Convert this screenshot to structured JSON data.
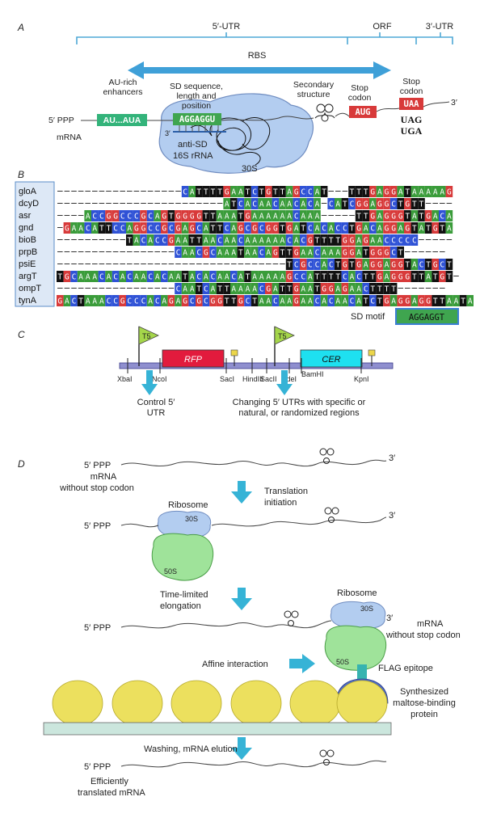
{
  "colors": {
    "A": "#3a9c3a",
    "C": "#2f52d6",
    "G": "#d83a3a",
    "T": "#111111",
    "blue_line": "#4fa8d6",
    "ribosome30S": "#b3cdf0",
    "ribosome50S": "#9fe39a",
    "bead": "#ece05e",
    "plate": "#cbe6dd",
    "arrow": "#36b3d6",
    "rfp": "#e21b3d",
    "cer": "#1ee0f0",
    "anti_sd": "#3fa54f"
  },
  "panelA": {
    "label": "A",
    "utr5": "5′-UTR",
    "orf": "ORF",
    "utr3": "3′-UTR",
    "rbs": "RBS",
    "au_rich": [
      "AU-rich",
      "enhancers"
    ],
    "au_box": "AU...AUA",
    "sd_label": [
      "SD sequence,",
      "length and",
      "position"
    ],
    "sd_box": "AGGAGGU",
    "five_ppp": "5′ PPP",
    "mrna": "mRNA",
    "three_prime": "3′",
    "anti_sd": "anti-SD",
    "rrna": "16S rRNA",
    "s30": "30S",
    "secondary": [
      "Secondary",
      "structure"
    ],
    "start_codon_label": [
      "Stop",
      "codon"
    ],
    "start_box": "AUG",
    "stop_codon_label": [
      "Stop",
      "codon"
    ],
    "stop_box": "UAA",
    "stop_alts": [
      "UAG",
      "UGA"
    ],
    "three_end": "3′"
  },
  "panelB": {
    "label": "B",
    "genes": [
      "gloA",
      "dcyD",
      "asr",
      "gnd",
      "bioB",
      "prpB",
      "psiE",
      "argT",
      "ompT",
      "tynA"
    ],
    "seqs": [
      "------------------CATTTTGAATCTGTTAGCCAT---TTTGAGGATAAAAAG",
      "------------------------ATCACAACAACACA-CATCGGAGGCTGTT----",
      "----ACCGGCCCGCAGTGGGGTTAAATGAAAAAACAAA-----TTGAGGGTATGACA",
      "-GAACATTCCAGGCCGCGAGCATTCAGCGCGGTGATCACACCTGACAGGAGTATGTA",
      "----------TACACCGAATTAACAACAAAAAACACGTTTTGGAGAACCCCC-----",
      "-----------------CAACGCAAATAACAGTTGAACAAAGGATGGGCT------",
      "---------------------------------TCGCCACTGTGAGGAGGTACTGCT",
      "TGCAAACACACAACACAATACACAACATAAAAAGCCATTTTCACTTGAGGGTTATGT-",
      "-----------------CAATCATTAAAACGATTGAATGGAGAACTTTT-------",
      "GACTAAACCGCCCACAGAGCGCGGTTGCTAACAAGAACACAACATCTGAGGAGGTTAATA"
    ],
    "motif_label": "SD motif",
    "motif": "AGGAGGT"
  },
  "panelC": {
    "label": "C",
    "t5_a": "T5",
    "t5_b": "T5",
    "rfp": "RFP",
    "cer": "CER",
    "sites": [
      "XbaI",
      "NcoI",
      "SacI",
      "HindIII",
      "SacII",
      "NdeI",
      "BamHI",
      "KpnI"
    ],
    "control": [
      "Control 5′",
      "UTR"
    ],
    "changing": [
      "Changing 5′ UTRs with specific or",
      "natural, or randomized regions"
    ]
  },
  "panelD": {
    "label": "D",
    "five_ppp": "5′ PPP",
    "mrna_label": [
      "mRNA",
      "without stop codon"
    ],
    "three_prime": "3′",
    "translation": [
      "Translation",
      "initiation"
    ],
    "ribosome": "Ribosome",
    "s30": "30S",
    "s50": "50S",
    "elongation": [
      "Time-limited",
      "elongation"
    ],
    "mrna_nostop": [
      "mRNA",
      "without stop codon"
    ],
    "affine": "Affine interaction",
    "flag": "FLAG epitope",
    "mbp": [
      "Synthesized",
      "maltose-binding",
      "protein"
    ],
    "wash": "Washing, mRNA elution",
    "efficient": [
      "Efficiently",
      "translated mRNA"
    ]
  }
}
